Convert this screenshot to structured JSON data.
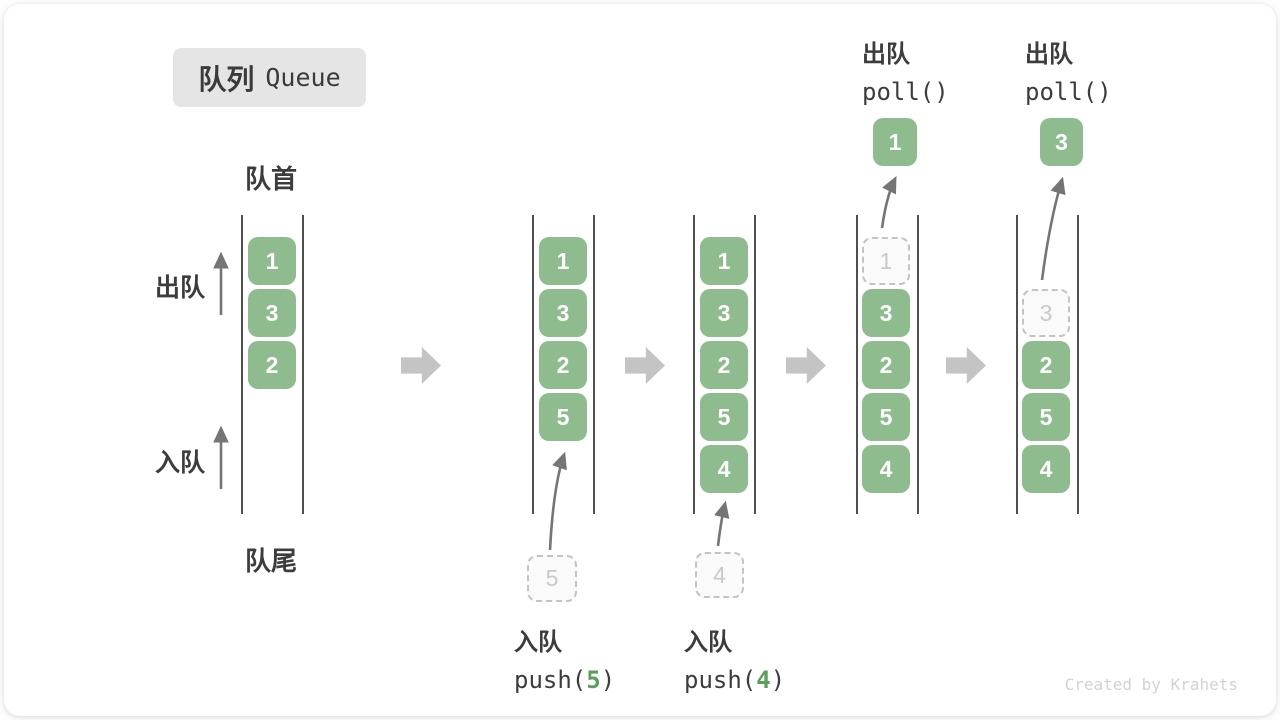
{
  "title": {
    "zh": "队列",
    "en": "Queue"
  },
  "side_labels": {
    "front": "队首",
    "rear": "队尾",
    "dequeue": "出队",
    "enqueue": "入队"
  },
  "queues": [
    {
      "cells": [
        {
          "value": "1"
        },
        {
          "value": "3"
        },
        {
          "value": "2"
        }
      ]
    },
    {
      "cells": [
        {
          "value": "1"
        },
        {
          "value": "3"
        },
        {
          "value": "2"
        },
        {
          "value": "5"
        }
      ],
      "incoming": "5"
    },
    {
      "cells": [
        {
          "value": "1"
        },
        {
          "value": "3"
        },
        {
          "value": "2"
        },
        {
          "value": "5"
        },
        {
          "value": "4"
        }
      ],
      "incoming": "4"
    },
    {
      "cells": [
        {
          "value": "3"
        },
        {
          "value": "2"
        },
        {
          "value": "5"
        },
        {
          "value": "4"
        }
      ],
      "removed": "1",
      "popped": "1"
    },
    {
      "cells": [
        {
          "value": "2"
        },
        {
          "value": "5"
        },
        {
          "value": "4"
        }
      ],
      "removed": "3",
      "popped": "3"
    }
  ],
  "operations": {
    "push5": {
      "label": "入队",
      "code_fn": "push(",
      "code_arg": "5",
      "code_close": ")"
    },
    "push4": {
      "label": "入队",
      "code_fn": "push(",
      "code_arg": "4",
      "code_close": ")"
    },
    "poll1": {
      "label": "出队",
      "code": "poll()"
    },
    "poll2": {
      "label": "出队",
      "code": "poll()"
    }
  },
  "watermark": "Created by Krahets",
  "colors": {
    "cell_green": "#8fbc8f",
    "code_green": "#5aa05a",
    "title_bg": "#e5e5e5",
    "text_dark": "#3c3c3c",
    "block_arrow": "#c4c4c4",
    "thin_arrow": "#757575",
    "dashed_border": "#c3c3c3",
    "dashed_text": "#c9c9c9"
  }
}
